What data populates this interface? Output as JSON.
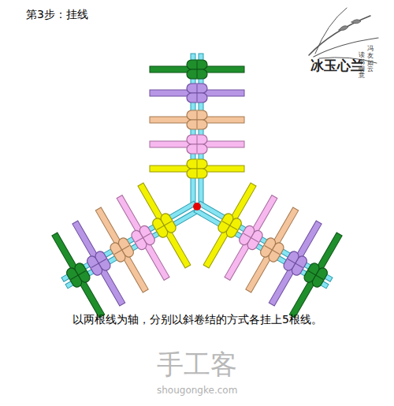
{
  "diagram": {
    "title": "第3步：挂线",
    "caption": "以两根线为轴，分别以斜卷结的方式各挂上5根线。",
    "labels": [
      "冰玉心兰",
      "冯友如云",
      "读书明意",
      "手工客",
      "shougongke.com"
    ]
  }
}
